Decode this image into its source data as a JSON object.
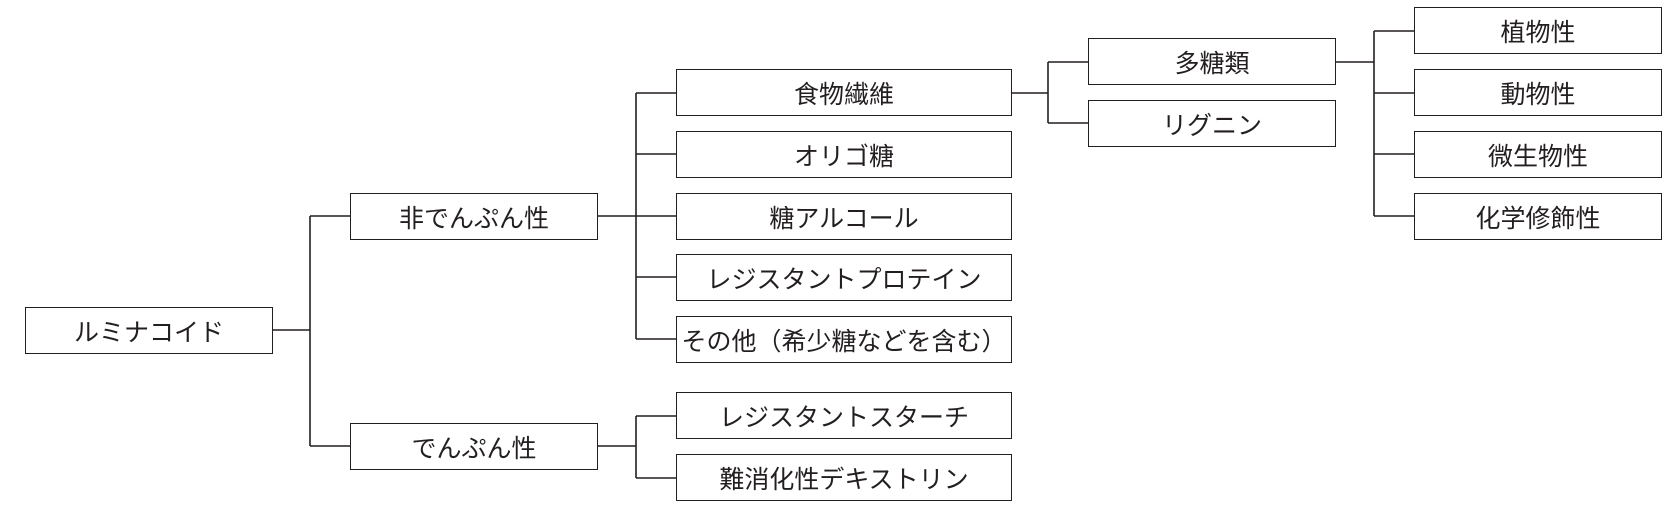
{
  "tree": {
    "root": {
      "label": "ルミナコイド"
    },
    "level1": [
      {
        "label": "非でんぷん性"
      },
      {
        "label": "でんぷん性"
      }
    ],
    "non_starch_children": [
      {
        "label": "食物繊維"
      },
      {
        "label": "オリゴ糖"
      },
      {
        "label": "糖アルコール"
      },
      {
        "label": "レジスタントプロテイン"
      },
      {
        "label": "その他（希少糖などを含む）"
      }
    ],
    "starch_children": [
      {
        "label": "レジスタントスターチ"
      },
      {
        "label": "難消化性デキストリン"
      }
    ],
    "fiber_children": [
      {
        "label": "多糖類"
      },
      {
        "label": "リグニン"
      }
    ],
    "polysaccharide_children": [
      {
        "label": "植物性"
      },
      {
        "label": "動物性"
      },
      {
        "label": "微生物性"
      },
      {
        "label": "化学修飾性"
      }
    ]
  }
}
